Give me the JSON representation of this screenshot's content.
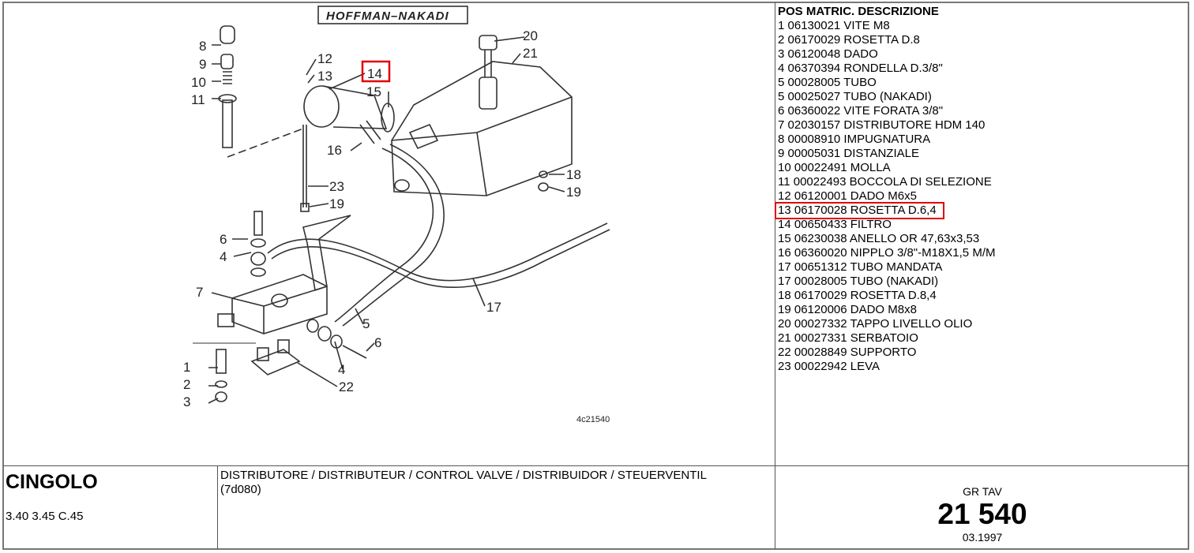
{
  "drawing": {
    "brand_label": "HOFFMAN–NAKADI",
    "drawing_code": "4c21540",
    "highlighted_callout": "14",
    "callouts": [
      "8",
      "9",
      "10",
      "11",
      "12",
      "13",
      "14",
      "15",
      "16",
      "20",
      "21",
      "18",
      "19",
      "23",
      "19",
      "6",
      "4",
      "7",
      "5",
      "17",
      "1",
      "2",
      "3",
      "22",
      "4",
      "6"
    ]
  },
  "parts": {
    "header": "POS MATRIC. DESCRIZIONE",
    "highlight_color": "#e00000",
    "highlighted_index": 13,
    "rows": [
      "1 06130021 VITE M8",
      "2 06170029 ROSETTA D.8",
      "3 06120048 DADO",
      "4 06370394 RONDELLA D.3/8\"",
      "5 00028005 TUBO",
      "5 00025027 TUBO (NAKADI)",
      "6 06360022 VITE FORATA 3/8\"",
      "7 02030157 DISTRIBUTORE HDM 140",
      "8 00008910 IMPUGNATURA",
      "9 00005031 DISTANZIALE",
      "10 00022491 MOLLA",
      "11 00022493 BOCCOLA DI SELEZIONE",
      "12 06120001 DADO M6x5",
      "13 06170028 ROSETTA D.6,4",
      "14 00650433 FILTRO",
      "15 06230038 ANELLO OR 47,63x3,53",
      "16 06360020 NIPPLO 3/8\"-M18X1,5 M/M",
      "17 00651312 TUBO MANDATA",
      "17 00028005 TUBO (NAKADI)",
      "18 06170029 ROSETTA D.8,4",
      "19 06120006 DADO M8x8",
      "20 00027332 TAPPO LIVELLO OLIO",
      "21 00027331 SERBATOIO",
      "22 00028849 SUPPORTO",
      "23 00022942 LEVA"
    ]
  },
  "footer": {
    "machine": "CINGOLO",
    "models": "3.40 3.45 C.45",
    "description": "DISTRIBUTORE / DISTRIBUTEUR / CONTROL VALVE / DISTRIBUIDOR / STEUERVENTIL",
    "code": "(7d080)",
    "group_label": "GR TAV",
    "group_number": "21 540",
    "date": "03.1997"
  }
}
